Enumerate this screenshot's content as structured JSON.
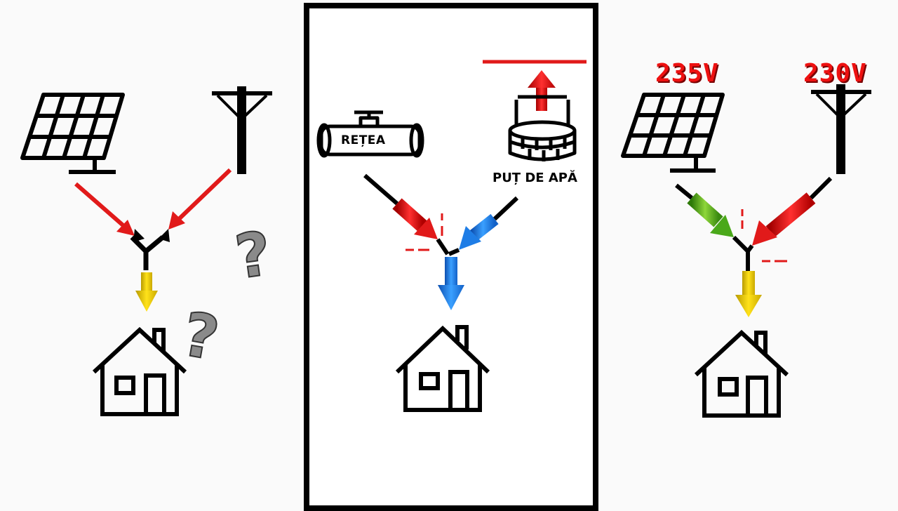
{
  "labels": {
    "pipe": "REȚEA",
    "well": "PUȚ DE APĂ",
    "solar_voltage": "235V",
    "grid_voltage": "230V",
    "question_mark_1": "?",
    "question_mark_2": "?"
  },
  "colors": {
    "outline": "#000000",
    "red_arrow": "#e11a1a",
    "yellow_arrow": "#f0d000",
    "blue_arrow": "#1e7de6",
    "green_arrow": "#49a81a",
    "voltage_text": "#e11111",
    "question_mark": "#888888"
  },
  "icons": [
    "solar-panel-icon",
    "power-pole-icon",
    "house-icon",
    "pipe-valve-icon",
    "water-well-icon",
    "question-mark-icon"
  ]
}
